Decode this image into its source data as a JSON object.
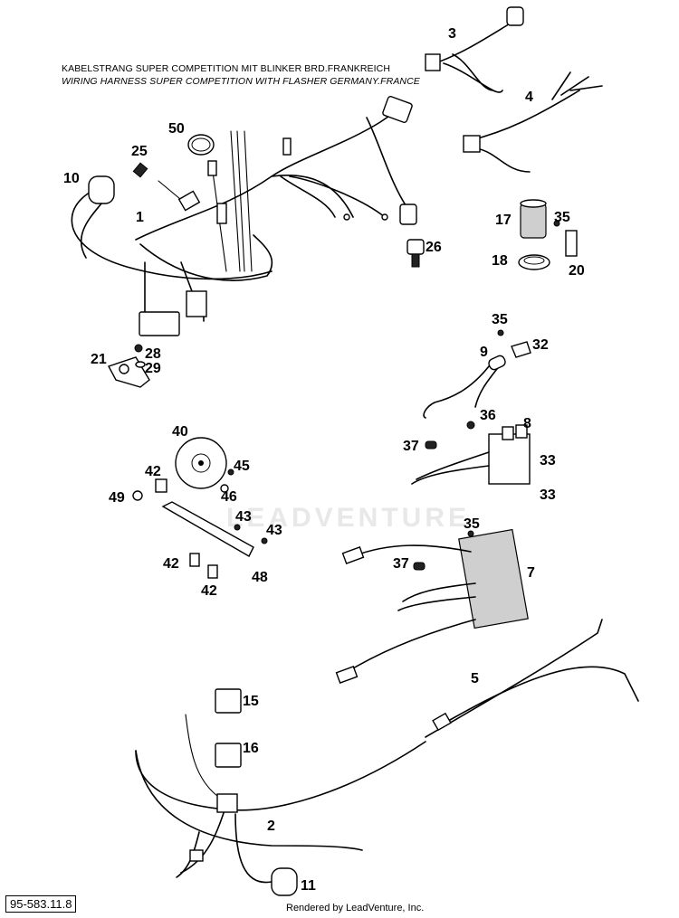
{
  "header": {
    "title_de": "KABELSTRANG SUPER COMPETITION MIT BLINKER BRD.FRANKREICH",
    "title_en": "WIRING HARNESS SUPER COMPETITION WITH FLASHER GERMANY.FRANCE"
  },
  "callouts": {
    "c1": "1",
    "c2": "2",
    "c3": "3",
    "c4": "4",
    "c5": "5",
    "c7": "7",
    "c8": "8",
    "c9": "9",
    "c10": "10",
    "c11": "11",
    "c15": "15",
    "c16": "16",
    "c17": "17",
    "c18": "18",
    "c20": "20",
    "c21": "21",
    "c25": "25",
    "c26": "26",
    "c28": "28",
    "c29": "29",
    "c32": "32",
    "c33a": "33",
    "c33b": "33",
    "c35a": "35",
    "c35b": "35",
    "c35c": "35",
    "c36": "36",
    "c37a": "37",
    "c37b": "37",
    "c40": "40",
    "c42a": "42",
    "c42b": "42",
    "c42c": "42",
    "c43a": "43",
    "c43b": "43",
    "c45": "45",
    "c46": "46",
    "c48": "48",
    "c49": "49",
    "c50": "50"
  },
  "footer": {
    "diagram_code": "95-583.11.8",
    "render_credit": "Rendered by LeadVenture, Inc."
  },
  "watermark": "LEADVENTURE",
  "colors": {
    "line": "#000000",
    "background": "#ffffff",
    "watermark": "#e8e8e8"
  }
}
